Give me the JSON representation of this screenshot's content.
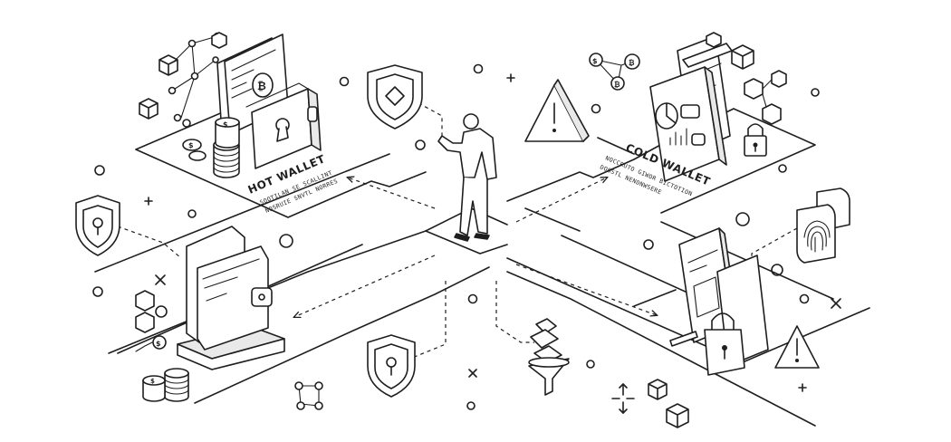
{
  "labels": {
    "hot_title": "HOT WALLET",
    "hot_sub_1": "SOOTILAN SE SCALLINT",
    "hot_sub_2": "NOSRUIE SNVTL NORRES",
    "cold_title": "COLD WALLET",
    "cold_sub_1": "NOCCRUTO GIWOR BICTOTION",
    "cold_sub_2": "DOOSTL NENDNWSERE"
  },
  "colors": {
    "ink": "#1e1e1e",
    "paper": "#ffffff",
    "shade": "#e9e9e9"
  },
  "icons": [
    "shield-icon",
    "warning-icon",
    "padlock-icon",
    "fingerprint-icon",
    "bitcoin-coin-icon",
    "dollar-coin-icon",
    "blockchain-cube-icon",
    "network-node-icon",
    "chain-link-icon",
    "funnel-icon",
    "move-arrows-icon"
  ]
}
